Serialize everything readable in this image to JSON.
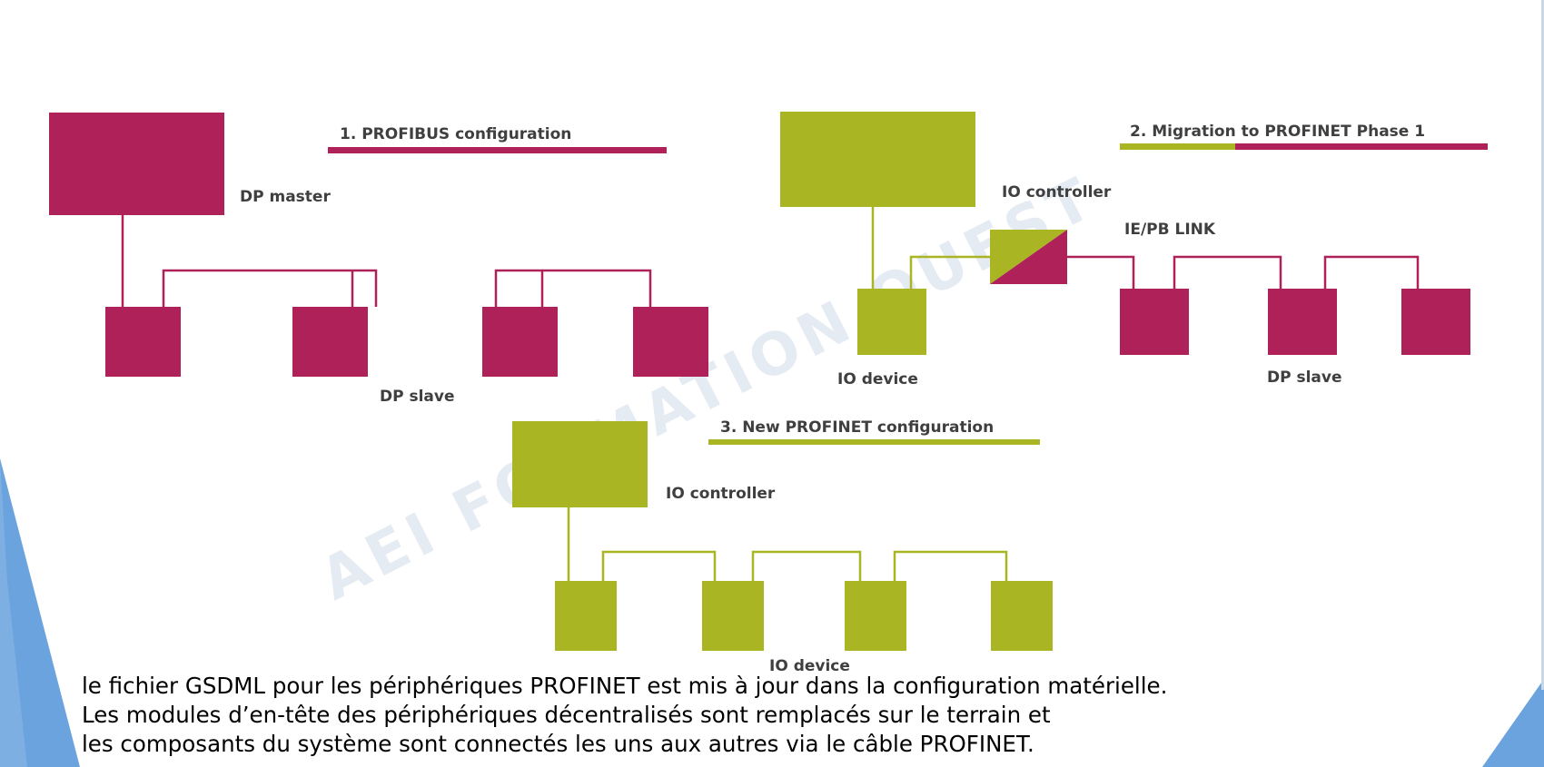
{
  "colors": {
    "profibus": "#ae2159",
    "profinet": "#a9b523",
    "accent_blue": "#6aa3dd",
    "label_text": "#3f3f3f"
  },
  "section1": {
    "title": "1. PROFIBUS configuration",
    "master_label": "DP master",
    "slave_label": "DP slave"
  },
  "section2": {
    "title": "2. Migration to PROFINET Phase 1",
    "controller_label": "IO controller",
    "link_label": "IE/PB LINK",
    "device_label": "IO device",
    "slave_label": "DP slave"
  },
  "section3": {
    "title": "3. New PROFINET configuration",
    "controller_label": "IO controller",
    "device_label": "IO device"
  },
  "watermark": "AEI FORMATION OUEST",
  "caption": {
    "line1": "le fichier GSDML pour les périphériques PROFINET est mis à jour dans la configuration matérielle.",
    "line2": "Les modules d’en-tête des périphériques décentralisés sont remplacés sur le terrain et",
    "line3": "les composants du système sont connectés les uns aux autres via le câble PROFINET."
  }
}
